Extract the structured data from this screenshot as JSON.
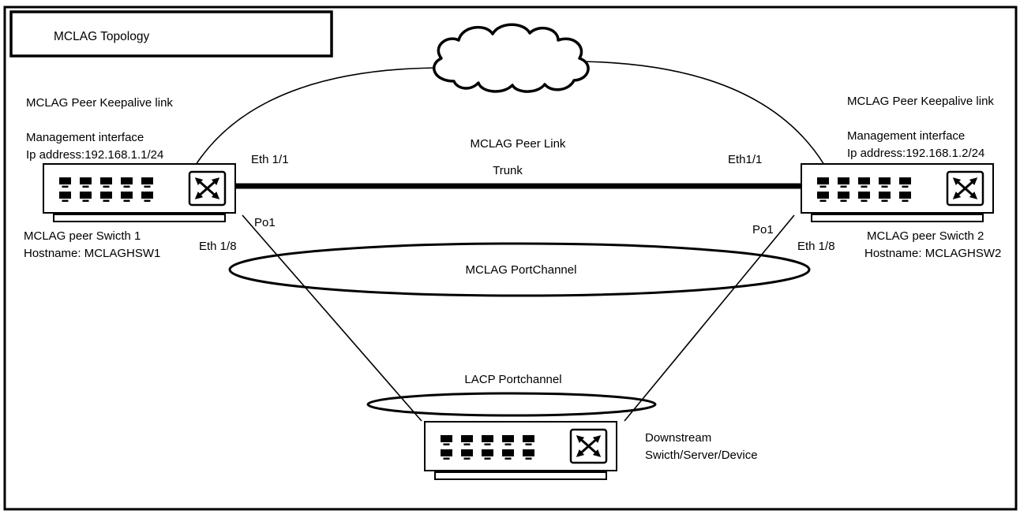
{
  "title": "MCLAG Topology",
  "accent_color": "#000000",
  "left_switch": {
    "keepalive_label": "MCLAG Peer Keepalive link",
    "mgmt_label": "Management interface",
    "ip_label": "Ip address:192.168.1.1/24",
    "peer_link_port": "Eth 1/1",
    "portchannel": "Po1",
    "member_port": "Eth 1/8",
    "name_label": "MCLAG peer Swicth 1",
    "hostname_label": "Hostname: MCLAGHSW1"
  },
  "right_switch": {
    "keepalive_label": "MCLAG Peer Keepalive link",
    "mgmt_label": "Management interface",
    "ip_label": "Ip address:192.168.1.2/24",
    "peer_link_port": "Eth1/1",
    "portchannel": "Po1",
    "member_port": "Eth 1/8",
    "name_label": "MCLAG peer Swicth 2",
    "hostname_label": "Hostname: MCLAGHSW2"
  },
  "links": {
    "peer_link_label": "MCLAG Peer Link",
    "peer_link_type": "Trunk",
    "mclag_portchannel_label": "MCLAG PortChannel",
    "lacp_portchannel_label": "LACP Portchannel"
  },
  "downstream": {
    "label_line1": "Downstream",
    "label_line2": "Swicth/Server/Device"
  },
  "icons": {
    "cloud": "management-network-cloud",
    "switch_symbol": "crossed-arrows-switch-icon",
    "port": "ethernet-port-icon"
  }
}
